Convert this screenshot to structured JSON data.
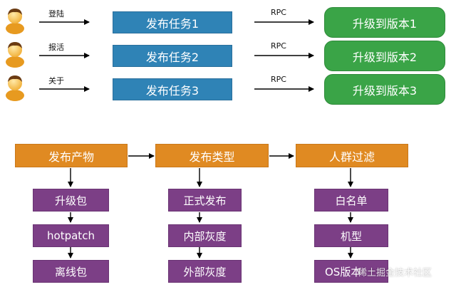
{
  "users": [
    {
      "label": "登陆"
    },
    {
      "label": "报活"
    },
    {
      "label": "关于"
    }
  ],
  "tasks": [
    "发布任务1",
    "发布任务2",
    "发布任务3"
  ],
  "rpc_label": "RPC",
  "versions": [
    "升级到版本1",
    "升级到版本2",
    "升级到版本3"
  ],
  "categories": [
    {
      "title": "发布产物",
      "items": [
        "升级包",
        "hotpatch",
        "离线包"
      ]
    },
    {
      "title": "发布类型",
      "items": [
        "正式发布",
        "内部灰度",
        "外部灰度"
      ]
    },
    {
      "title": "人群过滤",
      "items": [
        "白名单",
        "机型",
        "OS版本"
      ]
    }
  ],
  "watermark": "稀土掘金技术社区",
  "colors": {
    "task": "#2f83b6",
    "version": "#3aa447",
    "category": "#e08a22",
    "item": "#7c3f86"
  },
  "icons": {
    "user": "user-avatar-icon",
    "arrow": "arrow-right-icon"
  }
}
